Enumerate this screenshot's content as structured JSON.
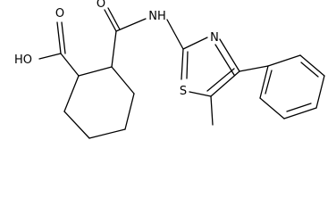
{
  "diagram": {
    "type": "chemical-structure",
    "line_color": "#000000",
    "background": "#ffffff",
    "atom_labels": {
      "carbonyl_o_acid": "O",
      "hydroxyl": "HO",
      "carbonyl_o_amide": "O",
      "amide_nh": "NH",
      "thiazole_n": "N",
      "thiazole_s": "S"
    }
  }
}
